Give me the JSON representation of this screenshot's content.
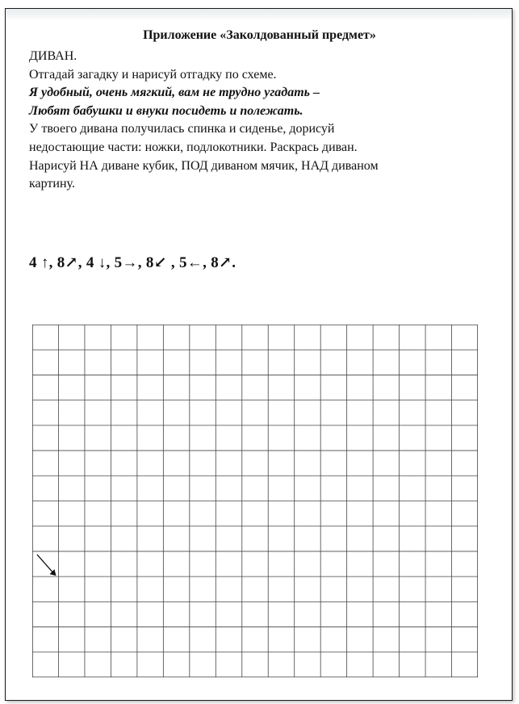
{
  "document": {
    "title": "Приложение «Заколдованный предмет»",
    "lines": [
      {
        "text": "ДИВАН.",
        "style": "normal"
      },
      {
        "text": "Отгадай загадку и нарисуй отгадку по схеме.",
        "style": "normal"
      },
      {
        "text": "Я удобный, очень мягкий, вам не трудно угадать –",
        "style": "riddle"
      },
      {
        "text": "Любят бабушки и внуки посидеть и полежать.",
        "style": "riddle"
      },
      {
        "text": "У твоего дивана получилась спинка и сиденье, дорисуй",
        "style": "normal"
      },
      {
        "text": "недостающие части: ножки, подлокотники. Раскрась диван.",
        "style": "normal"
      },
      {
        "text": "Нарисуй НА диване кубик, ПОД диваном мячик, НАД диваном",
        "style": "normal"
      },
      {
        "text": "картину.",
        "style": "normal"
      }
    ],
    "scheme": "4 ↑,   8↗,  4 ↓,  5→,   8↙ , 5←,   8↗."
  },
  "grid": {
    "columns": 17,
    "rows": 14,
    "line_color": "#444444",
    "start_marker": "diagonal-down-right-arrow"
  }
}
